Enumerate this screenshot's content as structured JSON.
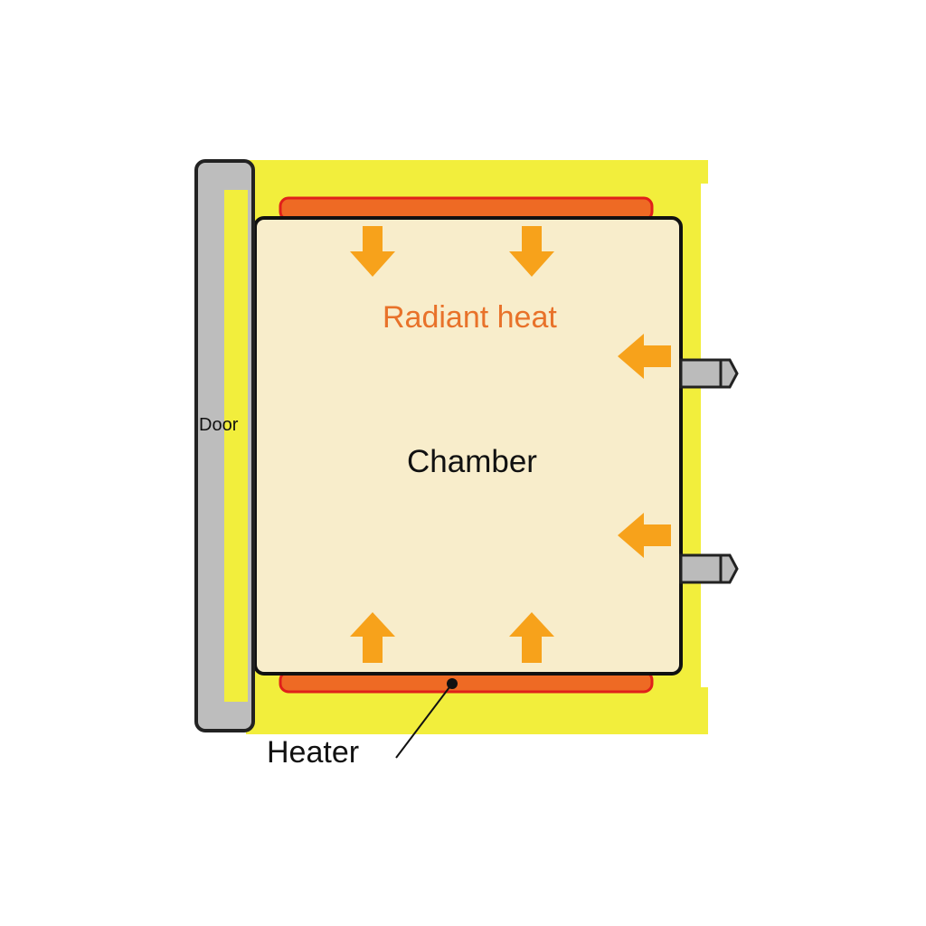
{
  "labels": {
    "radiant_heat": "Radiant heat",
    "chamber": "Chamber",
    "door": "Door",
    "heater": "Heater"
  },
  "colors": {
    "insulation": "#F2EE3C",
    "chamber_fill": "#F8EDCB",
    "heater": "#EE6A24",
    "heater_edge": "#E0201A",
    "arrow": "#F7A21B",
    "radiant_text": "#E8722A",
    "door_fill": "#BDBDBD",
    "outline": "#111111",
    "port": "#BBBBBB"
  },
  "icons": {
    "heat_arrow": "block-arrow",
    "port": "bolt-connector"
  }
}
